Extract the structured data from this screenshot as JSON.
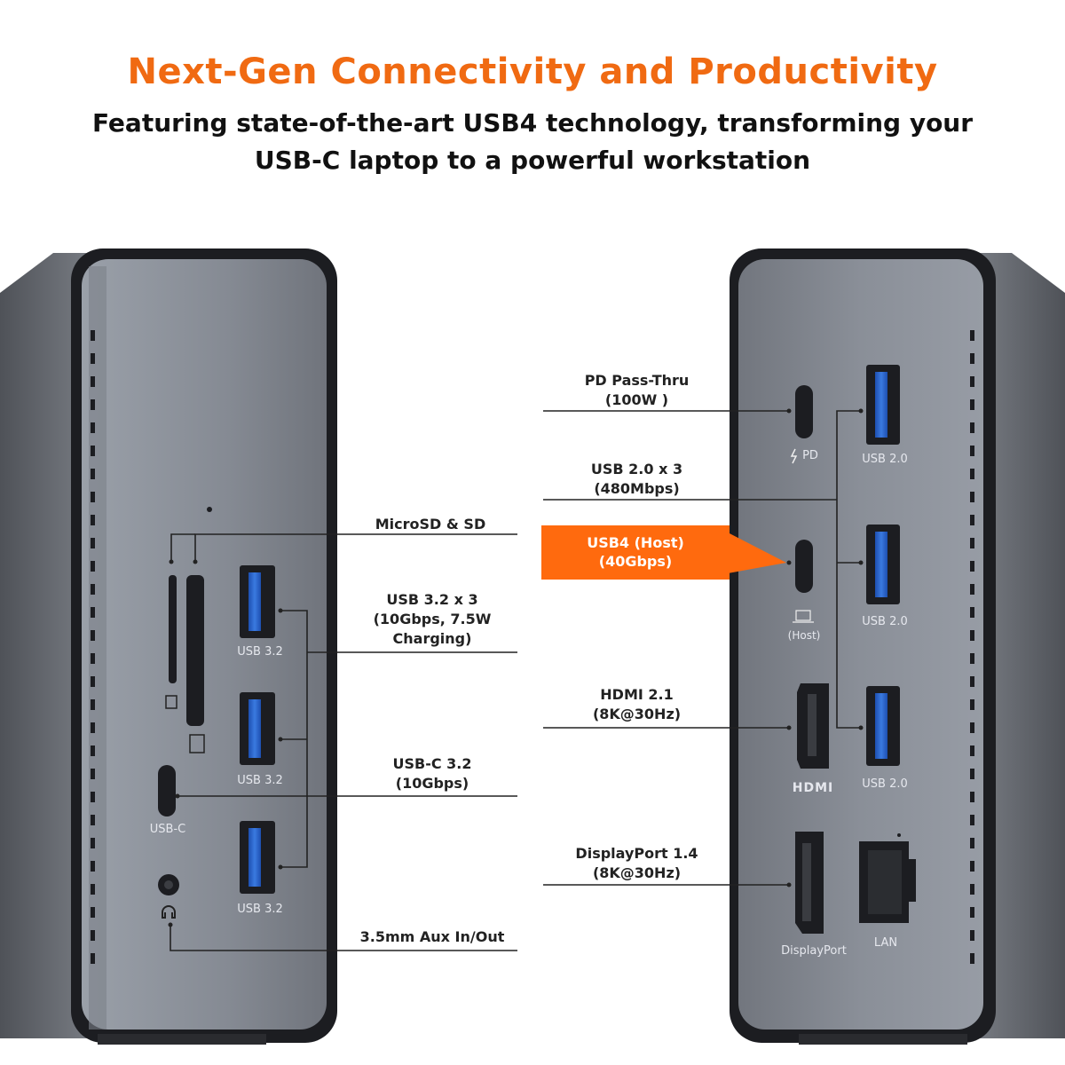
{
  "header": {
    "title": "Next-Gen Connectivity and Productivity",
    "subtitle_line1": "Featuring state-of-the-art USB4 technology, transforming your",
    "subtitle_line2": "USB-C laptop to a powerful workstation"
  },
  "left_callouts": {
    "microsd": "MicroSD & SD",
    "usb32_l1": "USB 3.2 x 3",
    "usb32_l2": "(10Gbps, 7.5W",
    "usb32_l3": "Charging)",
    "usbc_l1": "USB-C 3.2",
    "usbc_l2": "(10Gbps)",
    "aux": "3.5mm Aux In/Out"
  },
  "right_callouts": {
    "pd_l1": "PD Pass-Thru",
    "pd_l2": "(100W )",
    "usb20_l1": "USB 2.0 x 3",
    "usb20_l2": "(480Mbps)",
    "usb4_l1": "USB4 (Host)",
    "usb4_l2": "(40Gbps)",
    "hdmi_l1": "HDMI 2.1",
    "hdmi_l2": "(8K@30Hz)",
    "dp_l1": "DisplayPort 1.4",
    "dp_l2": "(8K@30Hz)"
  },
  "left_port_labels": {
    "usb32_a": "USB 3.2",
    "usb32_b": "USB 3.2",
    "usb32_c": "USB 3.2",
    "usbc": "USB-C"
  },
  "right_port_labels": {
    "pd": "PD",
    "host": "(Host)",
    "usb20_a": "USB 2.0",
    "usb20_b": "USB 2.0",
    "usb20_c": "USB 2.0",
    "hdmi": "HDMI",
    "displayport": "DisplayPort",
    "lan": "LAN"
  },
  "colors": {
    "accent": "#ff6a0e",
    "title": "#f06a12",
    "device_body": "#6b6e75",
    "device_face": "#8a8f98",
    "frame": "#1c1d21",
    "usb_blue": "#2f6fd6"
  }
}
